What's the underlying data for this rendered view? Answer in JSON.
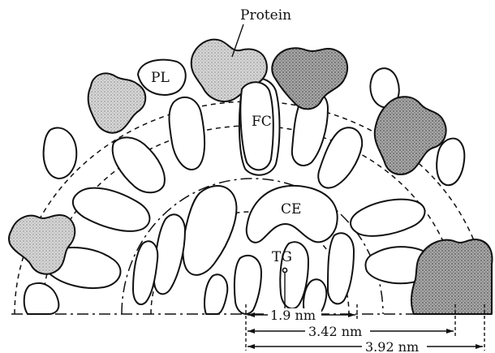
{
  "labels": {
    "protein": "Protein",
    "pl": "PL",
    "fc": "FC",
    "ce": "CE",
    "tg": "TG"
  },
  "dimensions": {
    "inner": "1.9 nm",
    "middle": "3.42 nm",
    "outer": "3.92 nm"
  },
  "colors": {
    "protein_light": "#c6c6c6",
    "protein_dark": "#9a9a9a",
    "line": "#111111"
  }
}
